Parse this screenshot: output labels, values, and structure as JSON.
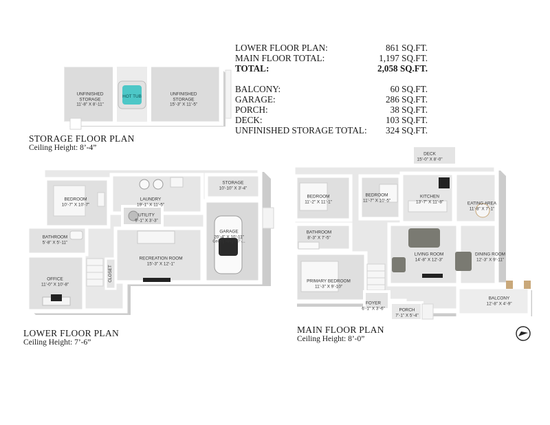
{
  "summary": {
    "lower_floor": {
      "label": "LOWER FLOOR PLAN:",
      "value": "861 SQ.FT."
    },
    "main_floor": {
      "label": "MAIN FLOOR TOTAL:",
      "value": "1,197 SQ.FT."
    },
    "total": {
      "label": "TOTAL:",
      "value": "2,058 SQ.FT."
    },
    "balcony": {
      "label": "BALCONY:",
      "value": "60 SQ.FT."
    },
    "garage": {
      "label": "GARAGE:",
      "value": "286 SQ.FT."
    },
    "porch": {
      "label": "PORCH:",
      "value": "38 SQ.FT."
    },
    "deck": {
      "label": "DECK:",
      "value": "103 SQ.FT."
    },
    "unfinished": {
      "label": "UNFINISHED STORAGE TOTAL:",
      "value": "324 SQ.FT."
    }
  },
  "storage_plan": {
    "title": "STORAGE FLOOR PLAN",
    "ceiling": "Ceiling Height: 8’-4”",
    "rooms": {
      "unfinished_left": {
        "name": "UNFINISHED STORAGE",
        "dim": "11’-8” X 8’-11”"
      },
      "hot_tub": {
        "name": "HOT TUB"
      },
      "unfinished_right": {
        "name": "UNFINISHED STORAGE",
        "dim": "15’-3” X 11’-5”"
      }
    }
  },
  "lower_plan": {
    "title": "LOWER FLOOR PLAN",
    "ceiling": "Ceiling Height: 7’-6”",
    "rooms": {
      "bedroom": {
        "name": "BEDROOM",
        "dim": "10’-7” X 10’-7”"
      },
      "laundry": {
        "name": "LAUNDRY",
        "dim": "19’-1” X 11’-5”"
      },
      "storage": {
        "name": "STORAGE",
        "dim": "10’-10” X 3’-4”"
      },
      "utility": {
        "name": "UTILITY",
        "dim": "9’-1” X 3’-3”"
      },
      "bathroom": {
        "name": "BATHROOM",
        "dim": "5’-8” X 5’-11”"
      },
      "garage": {
        "name": "GARAGE",
        "dim": "20’-4” X 10’-11”",
        "note": "Ceiling Height 7’-..."
      },
      "recreation": {
        "name": "RECREATION ROOM",
        "dim": "15’-3” X 12’-1”"
      },
      "office": {
        "name": "OFFICE",
        "dim": "11’-0” X 10’-8”"
      },
      "closet": {
        "name": "CLOSET"
      }
    }
  },
  "main_plan": {
    "title": "MAIN FLOOR PLAN",
    "ceiling": "Ceiling Height: 8’-0”",
    "rooms": {
      "deck": {
        "name": "DECK",
        "dim": "15’-0” X 8’-0”"
      },
      "bedroom1": {
        "name": "BEDROOM",
        "dim": "11’-2” X 11’-1”"
      },
      "bedroom2": {
        "name": "BEDROOM",
        "dim": "11’-7” X 10’-5”"
      },
      "kitchen": {
        "name": "KITCHEN",
        "dim": "13’-7” X 11’-8”"
      },
      "eating": {
        "name": "EATING AREA",
        "dim": "11’-8” X 7’-1”"
      },
      "bathroom": {
        "name": "BATHROOM",
        "dim": "8’-3” X 7’-5”"
      },
      "living": {
        "name": "LIVING ROOM",
        "dim": "14’-8” X 12’-3”"
      },
      "dining": {
        "name": "DINING ROOM",
        "dim": "12’-3” X 9’-11”"
      },
      "primary": {
        "name": "PRIMARY BEDROOM",
        "dim": "11’-3” X 9’-10”"
      },
      "foyer": {
        "name": "FOYER",
        "dim": "6’-1” X 3’-6”"
      },
      "porch": {
        "name": "PORCH",
        "dim": "7’-1” X 5’-4”"
      },
      "balcony": {
        "name": "BALCONY",
        "dim": "12’-8” X 4’-9”"
      }
    }
  },
  "colors": {
    "floor": "#e9e9e9",
    "wall": "#ffffff",
    "wood": "#c9a87a",
    "sofa": "#7a7a72",
    "shadow": "#c4c4c4"
  }
}
